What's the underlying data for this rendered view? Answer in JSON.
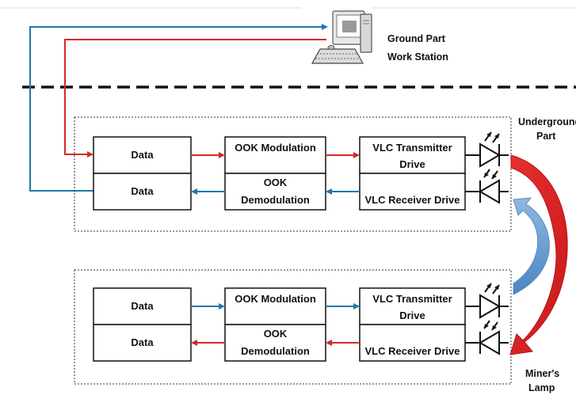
{
  "ground": {
    "label_line1": "Ground Part",
    "label_line2": "Work Station"
  },
  "underground": {
    "label_line1": "Underground",
    "label_line2": "Part",
    "data_tx": "Data",
    "data_rx": "Data",
    "ook_mod": "OOK Modulation",
    "ook_demod_line1": "OOK",
    "ook_demod_line2": "Demodulation",
    "vlc_tx_line1": "VLC Transmitter",
    "vlc_tx_line2": "Drive",
    "vlc_rx": "VLC Receiver Drive"
  },
  "miner": {
    "label_line1": "Miner's",
    "label_line2": "Lamp",
    "data_tx": "Data",
    "data_rx": "Data",
    "ook_mod": "OOK Modulation",
    "ook_demod_line1": "OOK",
    "ook_demod_line2": "Demodulation",
    "vlc_tx_line1": "VLC Transmitter",
    "vlc_tx_line2": "Drive",
    "vlc_rx": "VLC Receiver Drive"
  },
  "colors": {
    "red": "#d22a2a",
    "blue": "#2277aa",
    "light_blue": "#6aa2d2",
    "box_border": "#111111"
  }
}
